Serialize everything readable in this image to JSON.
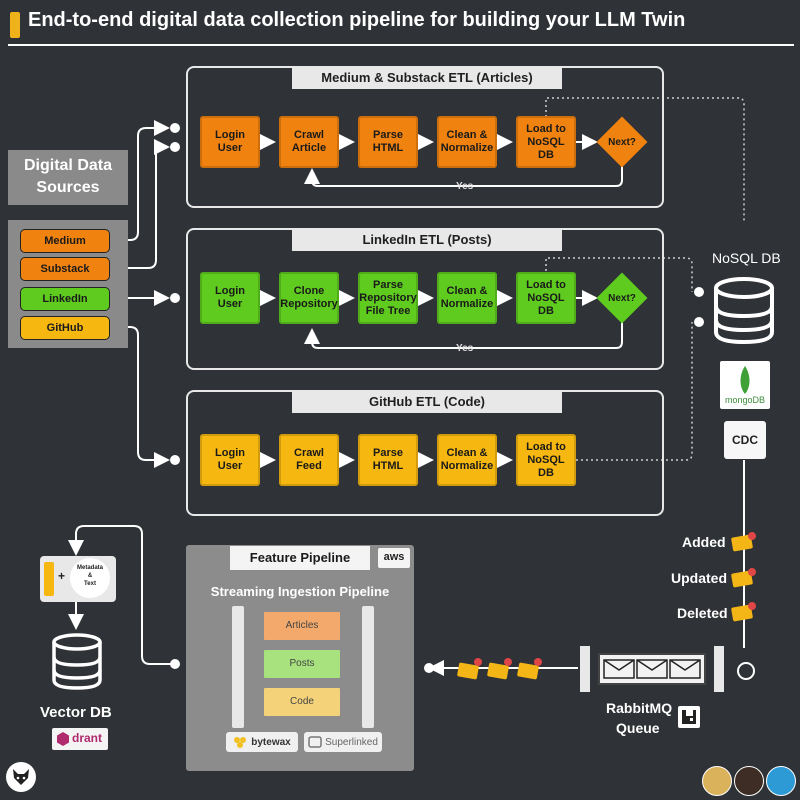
{
  "title": "End-to-end digital data collection pipeline for building your LLM Twin",
  "sources": {
    "heading": "Digital Data Sources",
    "items": [
      "Medium",
      "Substack",
      "LinkedIn",
      "GitHub"
    ]
  },
  "etls": [
    {
      "title": "Medium & Substack ETL (Articles)",
      "steps": [
        "Login User",
        "Crawl Article",
        "Parse HTML",
        "Clean & Normalize",
        "Load to NoSQL DB"
      ],
      "decision": "Next?",
      "loop_label": "Yes"
    },
    {
      "title": "LinkedIn ETL (Posts)",
      "steps": [
        "Login User",
        "Clone Repository",
        "Parse Repository File Tree",
        "Clean & Normalize",
        "Load to NoSQL DB"
      ],
      "decision": "Next?",
      "loop_label": "Yes"
    },
    {
      "title": "GitHub ETL (Code)",
      "steps": [
        "Login User",
        "Crawl Feed",
        "Parse HTML",
        "Clean & Normalize",
        "Load to NoSQL DB"
      ]
    }
  ],
  "nosql": {
    "label": "NoSQL DB",
    "logo_text": "mongoDB",
    "cdc_label": "CDC"
  },
  "events": [
    "Added",
    "Updated",
    "Deleted"
  ],
  "queue": {
    "label_line1": "RabbitMQ",
    "label_line2": "Queue"
  },
  "feature_pipeline": {
    "title": "Feature Pipeline",
    "cloud_badge": "aws",
    "subtitle": "Streaming Ingestion Pipeline",
    "items": [
      "Articles",
      "Posts",
      "Code"
    ],
    "tools": [
      "bytewax",
      "Superlinked"
    ]
  },
  "vector_db": {
    "label": "Vector DB",
    "logo_text": "drant",
    "embed_plus": "+",
    "embed_label_line1": "Metadata",
    "embed_label_line2": "&",
    "embed_label_line3": "Text"
  },
  "colors": {
    "background": "#2f3236",
    "orange": "#f0820f",
    "green": "#5ecb1e",
    "yellow": "#f5b710",
    "accent": "#f0b21a"
  }
}
